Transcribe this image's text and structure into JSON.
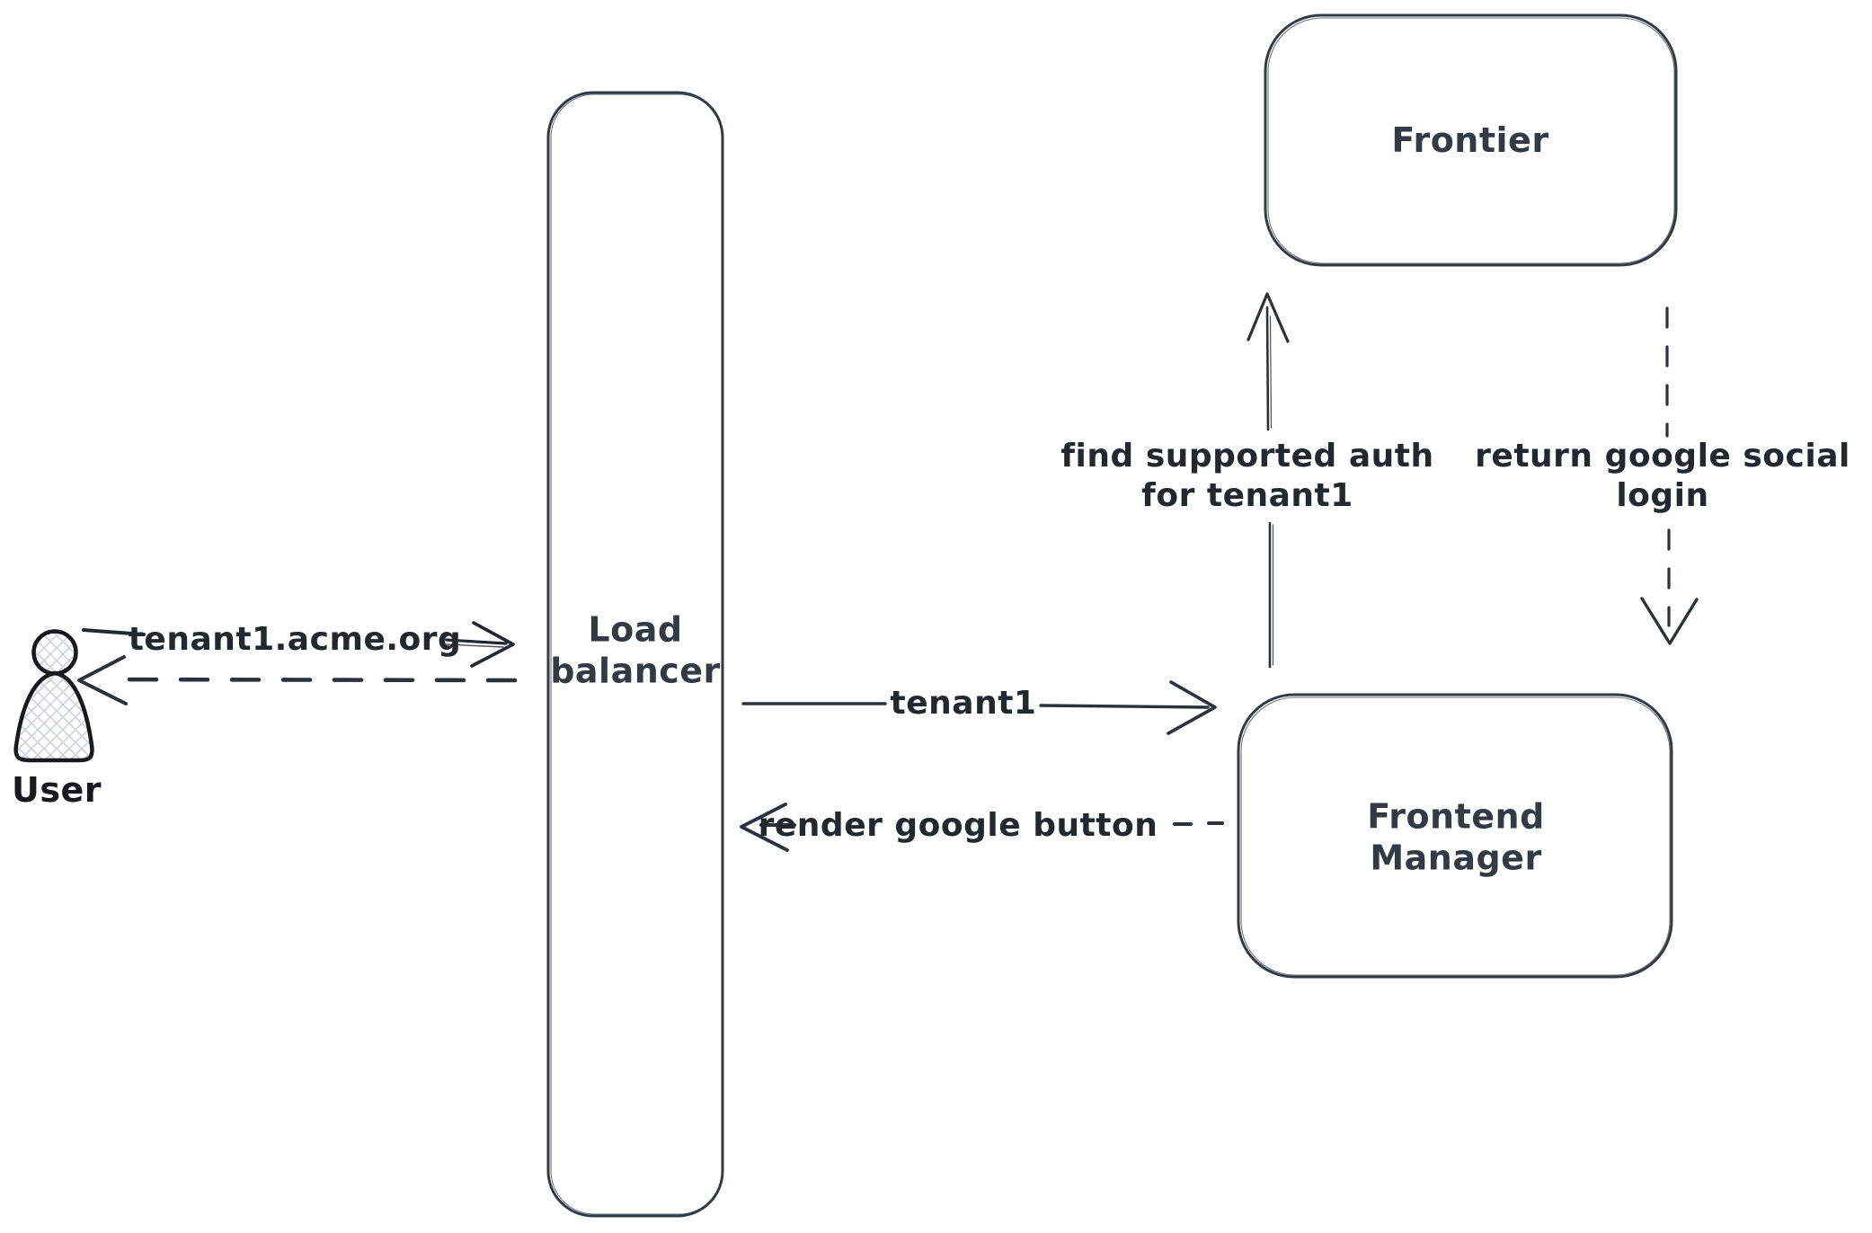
{
  "canvas": {
    "background": "#ffffff",
    "stroke_color": "#343a44",
    "user_outline_color": "#17191f",
    "hatch_fill_color": "#ccd3dc"
  },
  "nodes": {
    "user": {
      "label": "User",
      "shape": "person-icon"
    },
    "load_balancer": {
      "lines": [
        "Load",
        "balancer"
      ],
      "shape": "rounded-rectangle"
    },
    "frontier": {
      "label": "Frontier",
      "shape": "rounded-rectangle"
    },
    "frontend_manager": {
      "lines": [
        "Frontend",
        "Manager"
      ],
      "shape": "rounded-rectangle"
    }
  },
  "edges": {
    "user_request": {
      "label": "tenant1.acme.org",
      "from": "user",
      "to": "load_balancer",
      "style": "solid",
      "direction": "right"
    },
    "lb_response": {
      "label": "",
      "from": "load_balancer",
      "to": "user",
      "style": "dashed",
      "direction": "left"
    },
    "lb_to_frontend_manager": {
      "label": "tenant1",
      "from": "load_balancer",
      "to": "frontend_manager",
      "style": "solid",
      "direction": "right"
    },
    "frontend_manager_to_lb": {
      "label": "render google button",
      "from": "frontend_manager",
      "to": "load_balancer",
      "style": "dashed",
      "direction": "left"
    },
    "frontend_manager_to_frontier": {
      "lines": [
        "find supported auth",
        "for tenant1"
      ],
      "from": "frontend_manager",
      "to": "frontier",
      "style": "solid",
      "direction": "up"
    },
    "frontier_to_frontend_manager": {
      "lines": [
        "return google social",
        "login"
      ],
      "from": "frontier",
      "to": "frontend_manager",
      "style": "dashed",
      "direction": "down"
    }
  }
}
